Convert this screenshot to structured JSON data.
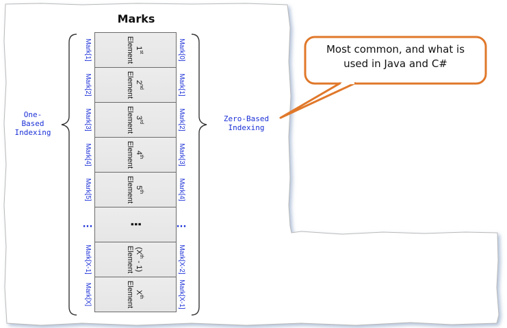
{
  "diagram": {
    "title": "Marks",
    "elements": [
      {
        "label_pre": "1",
        "sup": "st",
        "label_post": "Element"
      },
      {
        "label_pre": "2",
        "sup": "nd",
        "label_post": "Element"
      },
      {
        "label_pre": "3",
        "sup": "rd",
        "label_post": "Element"
      },
      {
        "label_pre": "4",
        "sup": "th",
        "label_post": "Element"
      },
      {
        "label_pre": "5",
        "sup": "th",
        "label_post": "Element"
      },
      {
        "dots": "⋮"
      },
      {
        "label_pre": "(X",
        "sup": "th",
        "label_post_line1": " - 1)",
        "label_post": "Element"
      },
      {
        "label_pre": "X",
        "sup": "th",
        "label_post": "Element"
      }
    ],
    "one_based": [
      "Mark[1]",
      "Mark[2]",
      "Mark[3]",
      "Mark[4]",
      "Mark[5]",
      "...",
      "Mark[X-1]",
      "Mark[X]"
    ],
    "zero_based": [
      "Mark[0]",
      "Mark[1]",
      "Mark[2]",
      "Mark[3]",
      "Mark[4]",
      "...",
      "Mark[X-2]",
      "Mark[X-1]"
    ],
    "one_based_label": [
      "One-",
      "Based",
      "Indexing"
    ],
    "zero_based_label": [
      "Zero-Based",
      "Indexing"
    ]
  },
  "callout": {
    "text_line1": "Most common, and what is",
    "text_line2": "used in Java and C#",
    "border_color": "#e0782a"
  },
  "colors": {
    "index_text": "#1a2fd6",
    "cell_fill": "#e9e9e9"
  }
}
